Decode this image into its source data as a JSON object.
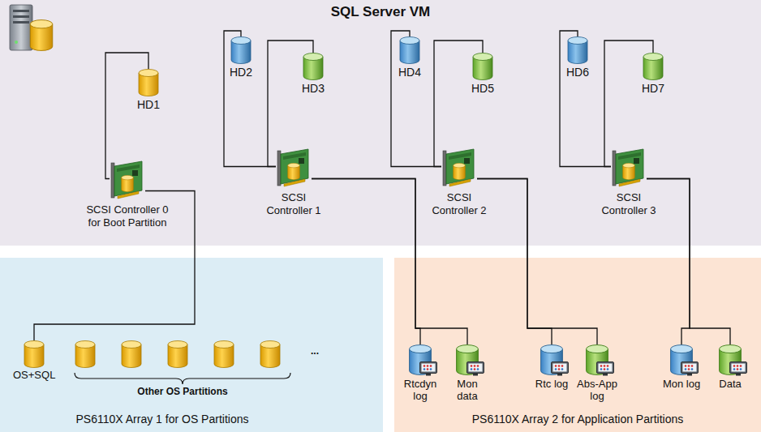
{
  "diagram": {
    "nodes": [
      {
        "text": [
          "SQL Server VM"
        ]
      },
      {
        "text": [
          "HD1"
        ],
        "in": 0
      },
      {
        "text": [
          "HD2"
        ],
        "in": 0
      },
      {
        "text": [
          "HD3"
        ],
        "in": 0
      },
      {
        "text": [
          "HD4"
        ],
        "in": 0
      },
      {
        "text": [
          "HD5"
        ],
        "in": 0
      },
      {
        "text": [
          "HD6"
        ],
        "in": 0
      },
      {
        "text": [
          "HD7"
        ],
        "in": 0
      },
      {
        "text": [
          "SCSI Controller 0 for Boot Partition"
        ],
        "in": 0
      },
      {
        "text": [
          "SCSI Controller 1"
        ],
        "in": 0
      },
      {
        "text": [
          "SCSI Controller 2"
        ],
        "in": 0
      },
      {
        "text": [
          "SCSI Controller 3"
        ],
        "in": 0
      },
      {
        "text": [
          "PS6110X Array 1 for OS Partitions"
        ]
      },
      {
        "text": [
          "OS+SQL"
        ],
        "in": 12
      },
      {
        "text": [
          "PS6110X Array 2 for Application Partitions"
        ]
      },
      {
        "text": [
          "Rtcdyn log"
        ],
        "in": 14
      },
      {
        "text": [
          "Mon data"
        ],
        "in": 14
      },
      {
        "text": [
          "Rtc log"
        ],
        "in": 14
      },
      {
        "text": [
          "Abs-App log"
        ],
        "in": 14
      },
      {
        "text": [
          "Mon log"
        ],
        "in": 14
      },
      {
        "text": [
          "Data"
        ],
        "in": 14
      }
    ],
    "edges": [
      {
        "from": 1,
        "to": 8,
        "arrow": "none"
      },
      {
        "from": 2,
        "to": 9,
        "arrow": "none"
      },
      {
        "from": 3,
        "to": 9,
        "arrow": "none"
      },
      {
        "from": 4,
        "to": 10,
        "arrow": "none"
      },
      {
        "from": 5,
        "to": 10,
        "arrow": "none"
      },
      {
        "from": 6,
        "to": 11,
        "arrow": "none"
      },
      {
        "from": 7,
        "to": 11,
        "arrow": "none"
      },
      {
        "from": 8,
        "to": 13,
        "arrow": "none"
      },
      {
        "from": 9,
        "to": 15,
        "arrow": "none"
      },
      {
        "from": 9,
        "to": 16,
        "arrow": "none"
      },
      {
        "from": 10,
        "to": 17,
        "arrow": "none"
      },
      {
        "from": 10,
        "to": 18,
        "arrow": "none"
      },
      {
        "from": 11,
        "to": 19,
        "arrow": "none"
      },
      {
        "from": 11,
        "to": 20,
        "arrow": "none"
      }
    ],
    "labels": [
      "Other OS Partitions",
      "..."
    ]
  }
}
